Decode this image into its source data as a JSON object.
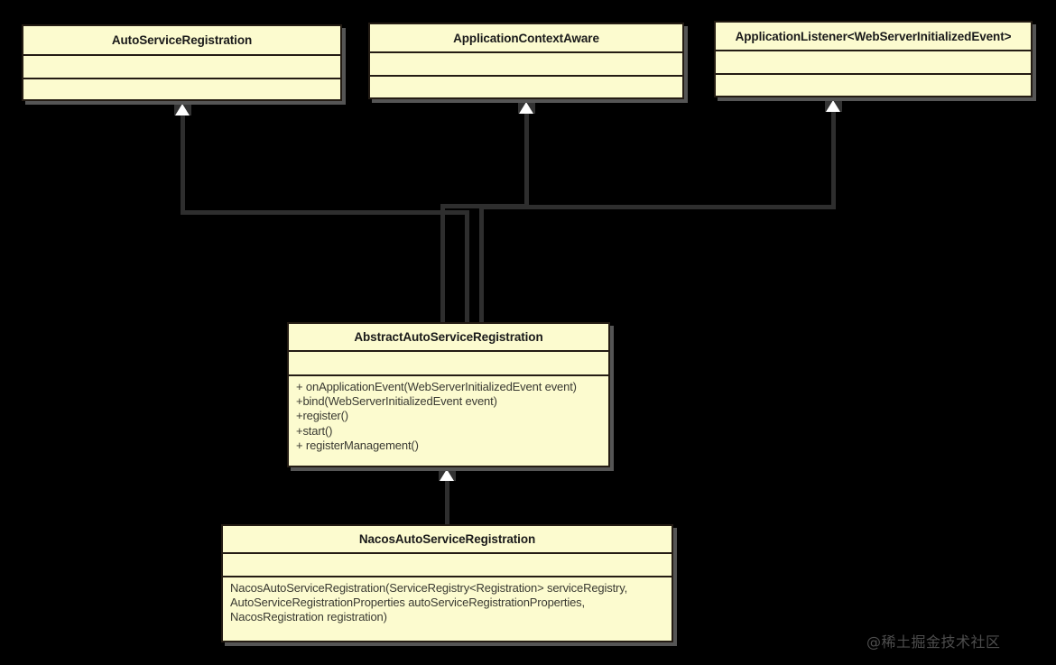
{
  "diagram": {
    "type": "uml-class-diagram",
    "background_color": "#000000",
    "class_fill_color": "#fcfbcf",
    "class_border_color": "#241c14",
    "connector_color": "#2e2e2e",
    "arrow_fill_color": "#ffffff"
  },
  "classes": [
    {
      "id": "auto-service-registration",
      "name": "AutoServiceRegistration",
      "attributes": "",
      "operations": ""
    },
    {
      "id": "application-context-aware",
      "name": "ApplicationContextAware",
      "attributes": "",
      "operations": ""
    },
    {
      "id": "application-listener",
      "name": "ApplicationListener<WebServerInitializedEvent>",
      "attributes": "",
      "operations": ""
    },
    {
      "id": "abstract-auto-service-registration",
      "name": "AbstractAutoServiceRegistration",
      "attributes": "",
      "operations": "+ onApplicationEvent(WebServerInitializedEvent event)\n+bind(WebServerInitializedEvent event)\n+register()\n+start()\n+ registerManagement()"
    },
    {
      "id": "nacos-auto-service-registration",
      "name": "NacosAutoServiceRegistration",
      "attributes": "",
      "operations": "NacosAutoServiceRegistration(ServiceRegistry<Registration> serviceRegistry,\nAutoServiceRegistrationProperties autoServiceRegistrationProperties,\nNacosRegistration registration)"
    }
  ],
  "relationships": [
    {
      "id": "abstract-implements-auto-service-registration",
      "kind": "realization",
      "from": "abstract-auto-service-registration",
      "to": "auto-service-registration"
    },
    {
      "id": "abstract-implements-application-context-aware",
      "kind": "realization",
      "from": "abstract-auto-service-registration",
      "to": "application-context-aware"
    },
    {
      "id": "abstract-implements-application-listener",
      "kind": "realization",
      "from": "abstract-auto-service-registration",
      "to": "application-listener"
    },
    {
      "id": "nacos-extends-abstract",
      "kind": "generalization",
      "from": "nacos-auto-service-registration",
      "to": "abstract-auto-service-registration"
    }
  ],
  "watermark": {
    "text": "@稀土掘金技术社区"
  }
}
